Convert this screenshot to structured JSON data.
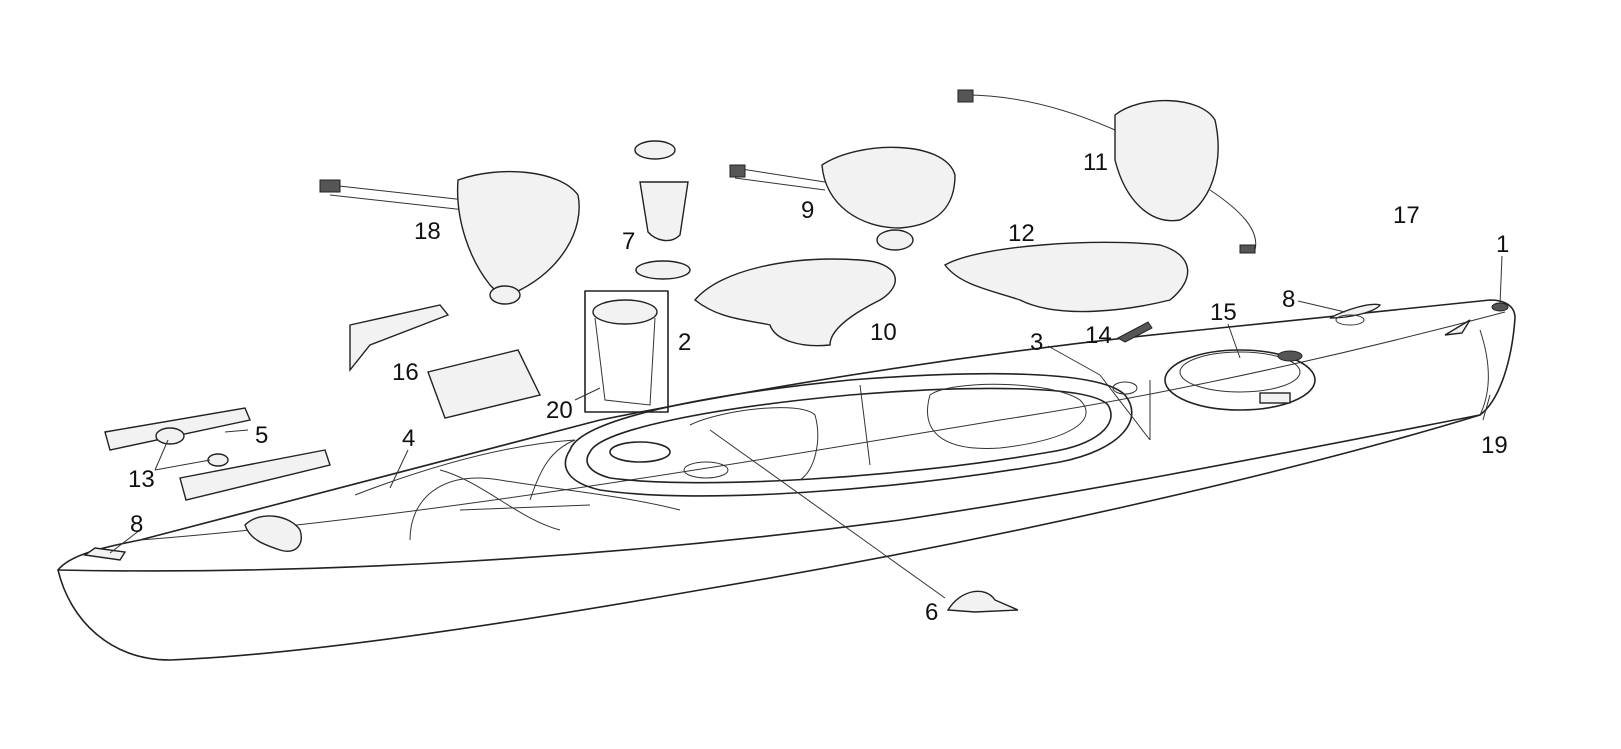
{
  "diagram": {
    "type": "exploded-parts-diagram",
    "subject": "kayak",
    "callouts": {
      "p1": "1",
      "p2": "2",
      "p3": "3",
      "p4": "4",
      "p5": "5",
      "p6": "6",
      "p7": "7",
      "p8a": "8",
      "p8b": "8",
      "p9": "9",
      "p10": "10",
      "p11": "11",
      "p12": "12",
      "p13": "13",
      "p14": "14",
      "p15": "15",
      "p16": "16",
      "p17": "17",
      "p18": "18",
      "p19": "19",
      "p20": "20"
    }
  }
}
